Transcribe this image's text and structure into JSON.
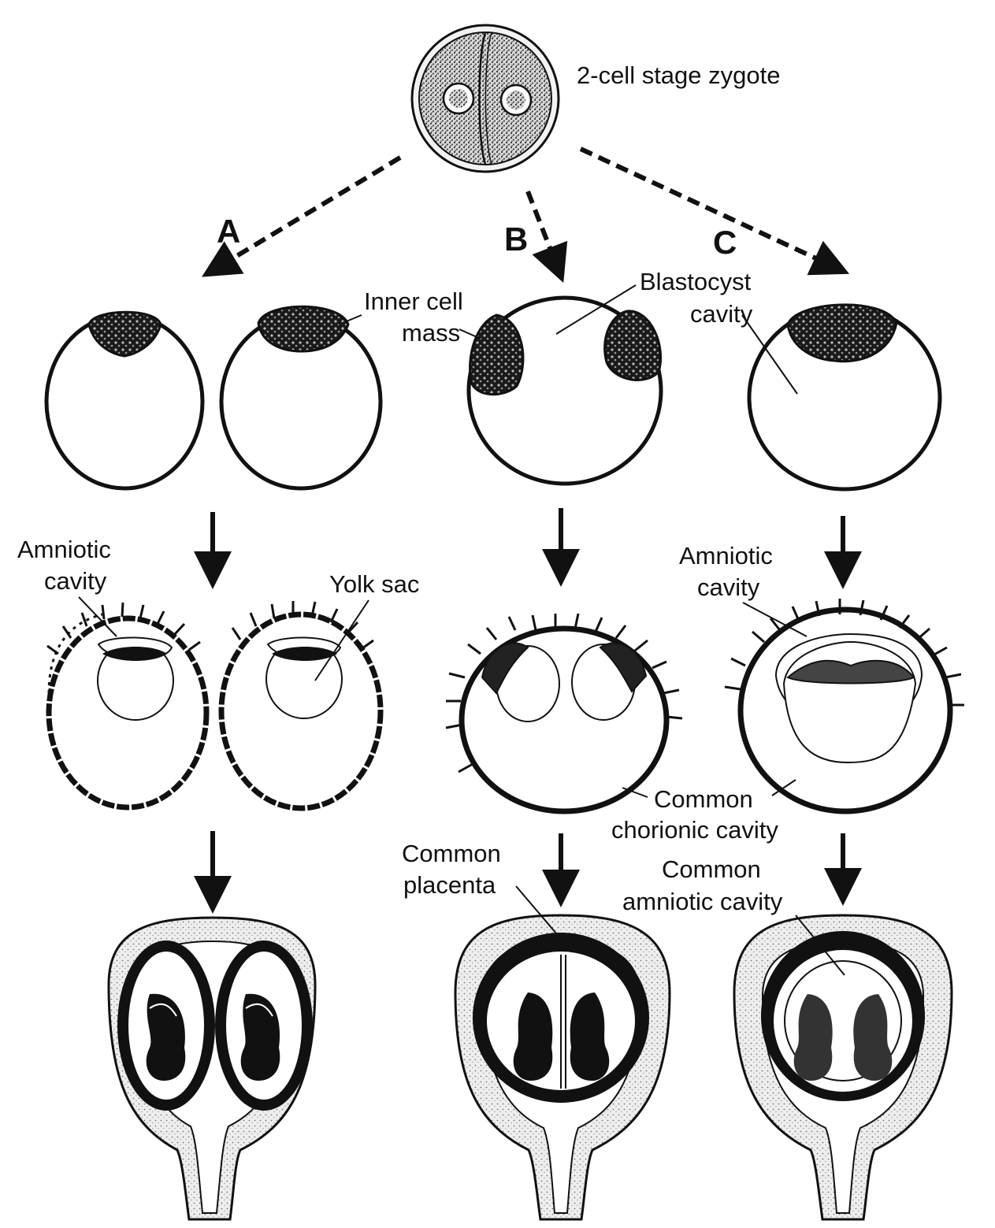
{
  "labels": {
    "zygote": "2-cell stage zygote",
    "panel_a": "A",
    "panel_b": "B",
    "panel_c": "C",
    "inner_cell_mass_1": "Inner cell",
    "inner_cell_mass_2": "mass",
    "blastocyst_cavity_1": "Blastocyst",
    "blastocyst_cavity_2": "cavity",
    "amniotic_cavity_a_1": "Amniotic",
    "amniotic_cavity_a_2": "cavity",
    "yolk_sac": "Yolk sac",
    "amniotic_cavity_c_1": "Amniotic",
    "amniotic_cavity_c_2": "cavity",
    "common_chorionic_cavity_1": "Common",
    "common_chorionic_cavity_2": "chorionic cavity",
    "common_placenta_1": "Common",
    "common_placenta_2": "placenta",
    "common_amniotic_cavity_1": "Common",
    "common_amniotic_cavity_2": "amniotic cavity"
  }
}
